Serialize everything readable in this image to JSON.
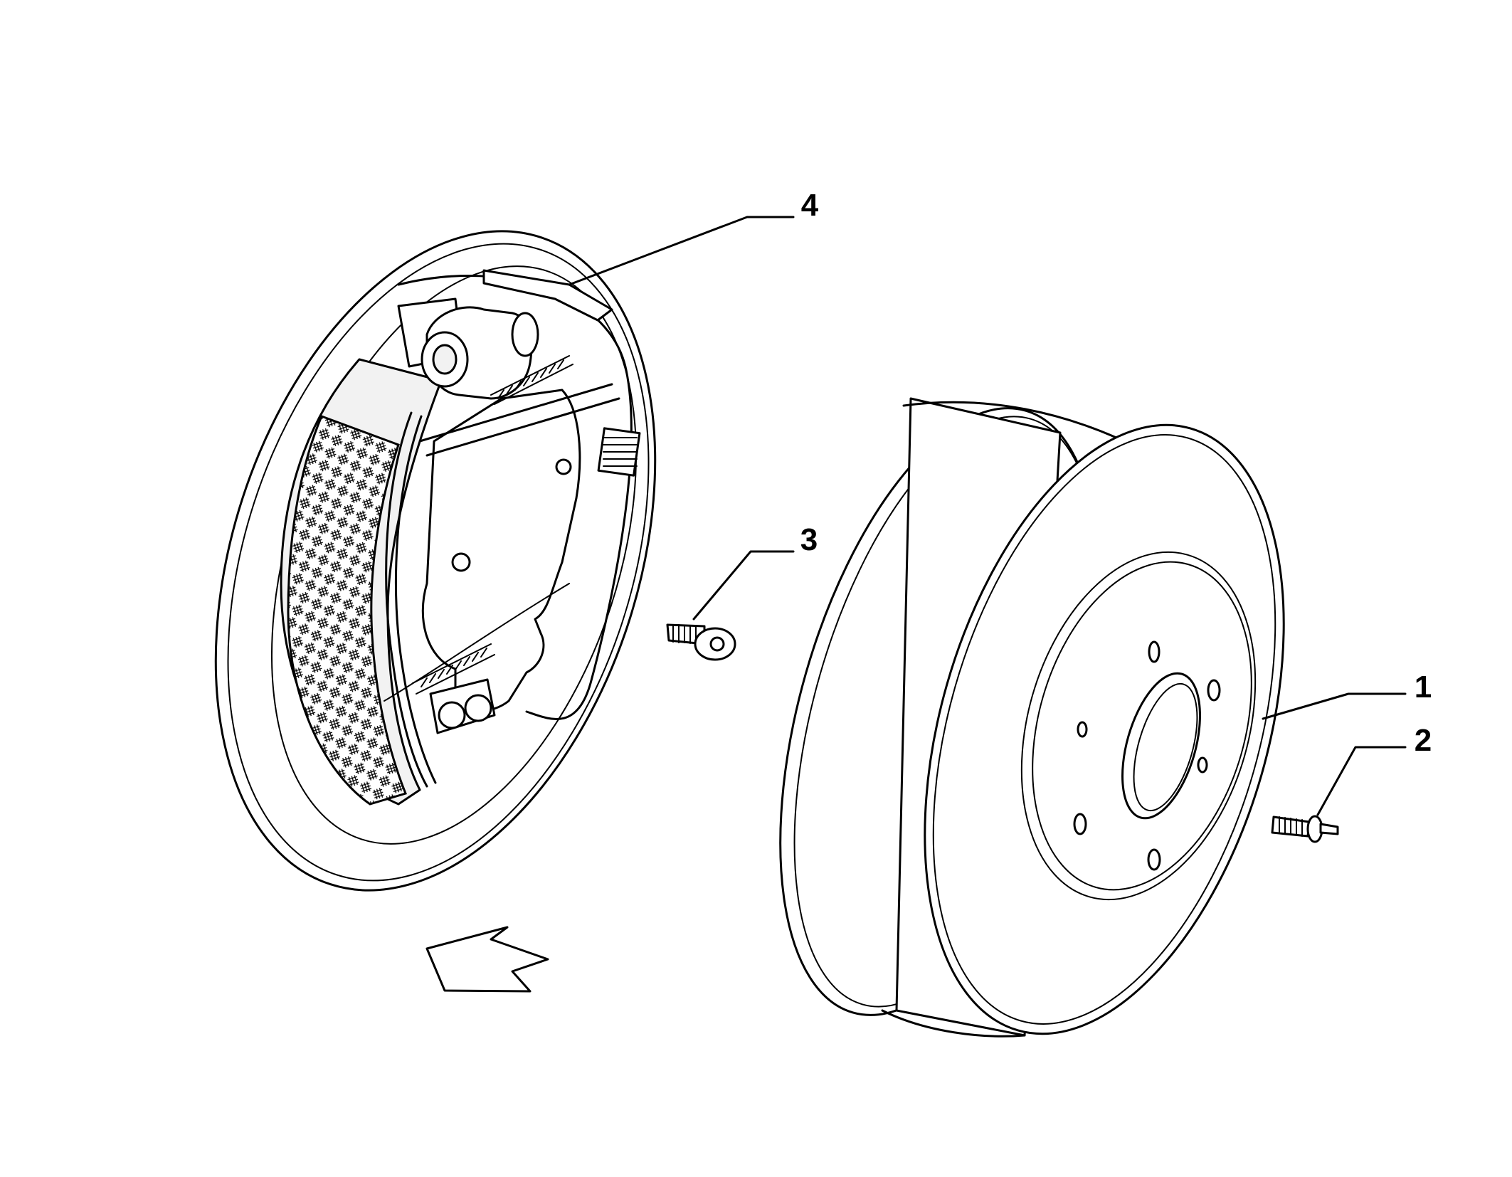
{
  "callouts": [
    {
      "number": "1",
      "part": "brake-drum"
    },
    {
      "number": "2",
      "part": "wheel-stud"
    },
    {
      "number": "3",
      "part": "screw"
    },
    {
      "number": "4",
      "part": "brake-backing-plate-assembly"
    }
  ],
  "colors": {
    "line": "#000000",
    "background": "#ffffff"
  }
}
